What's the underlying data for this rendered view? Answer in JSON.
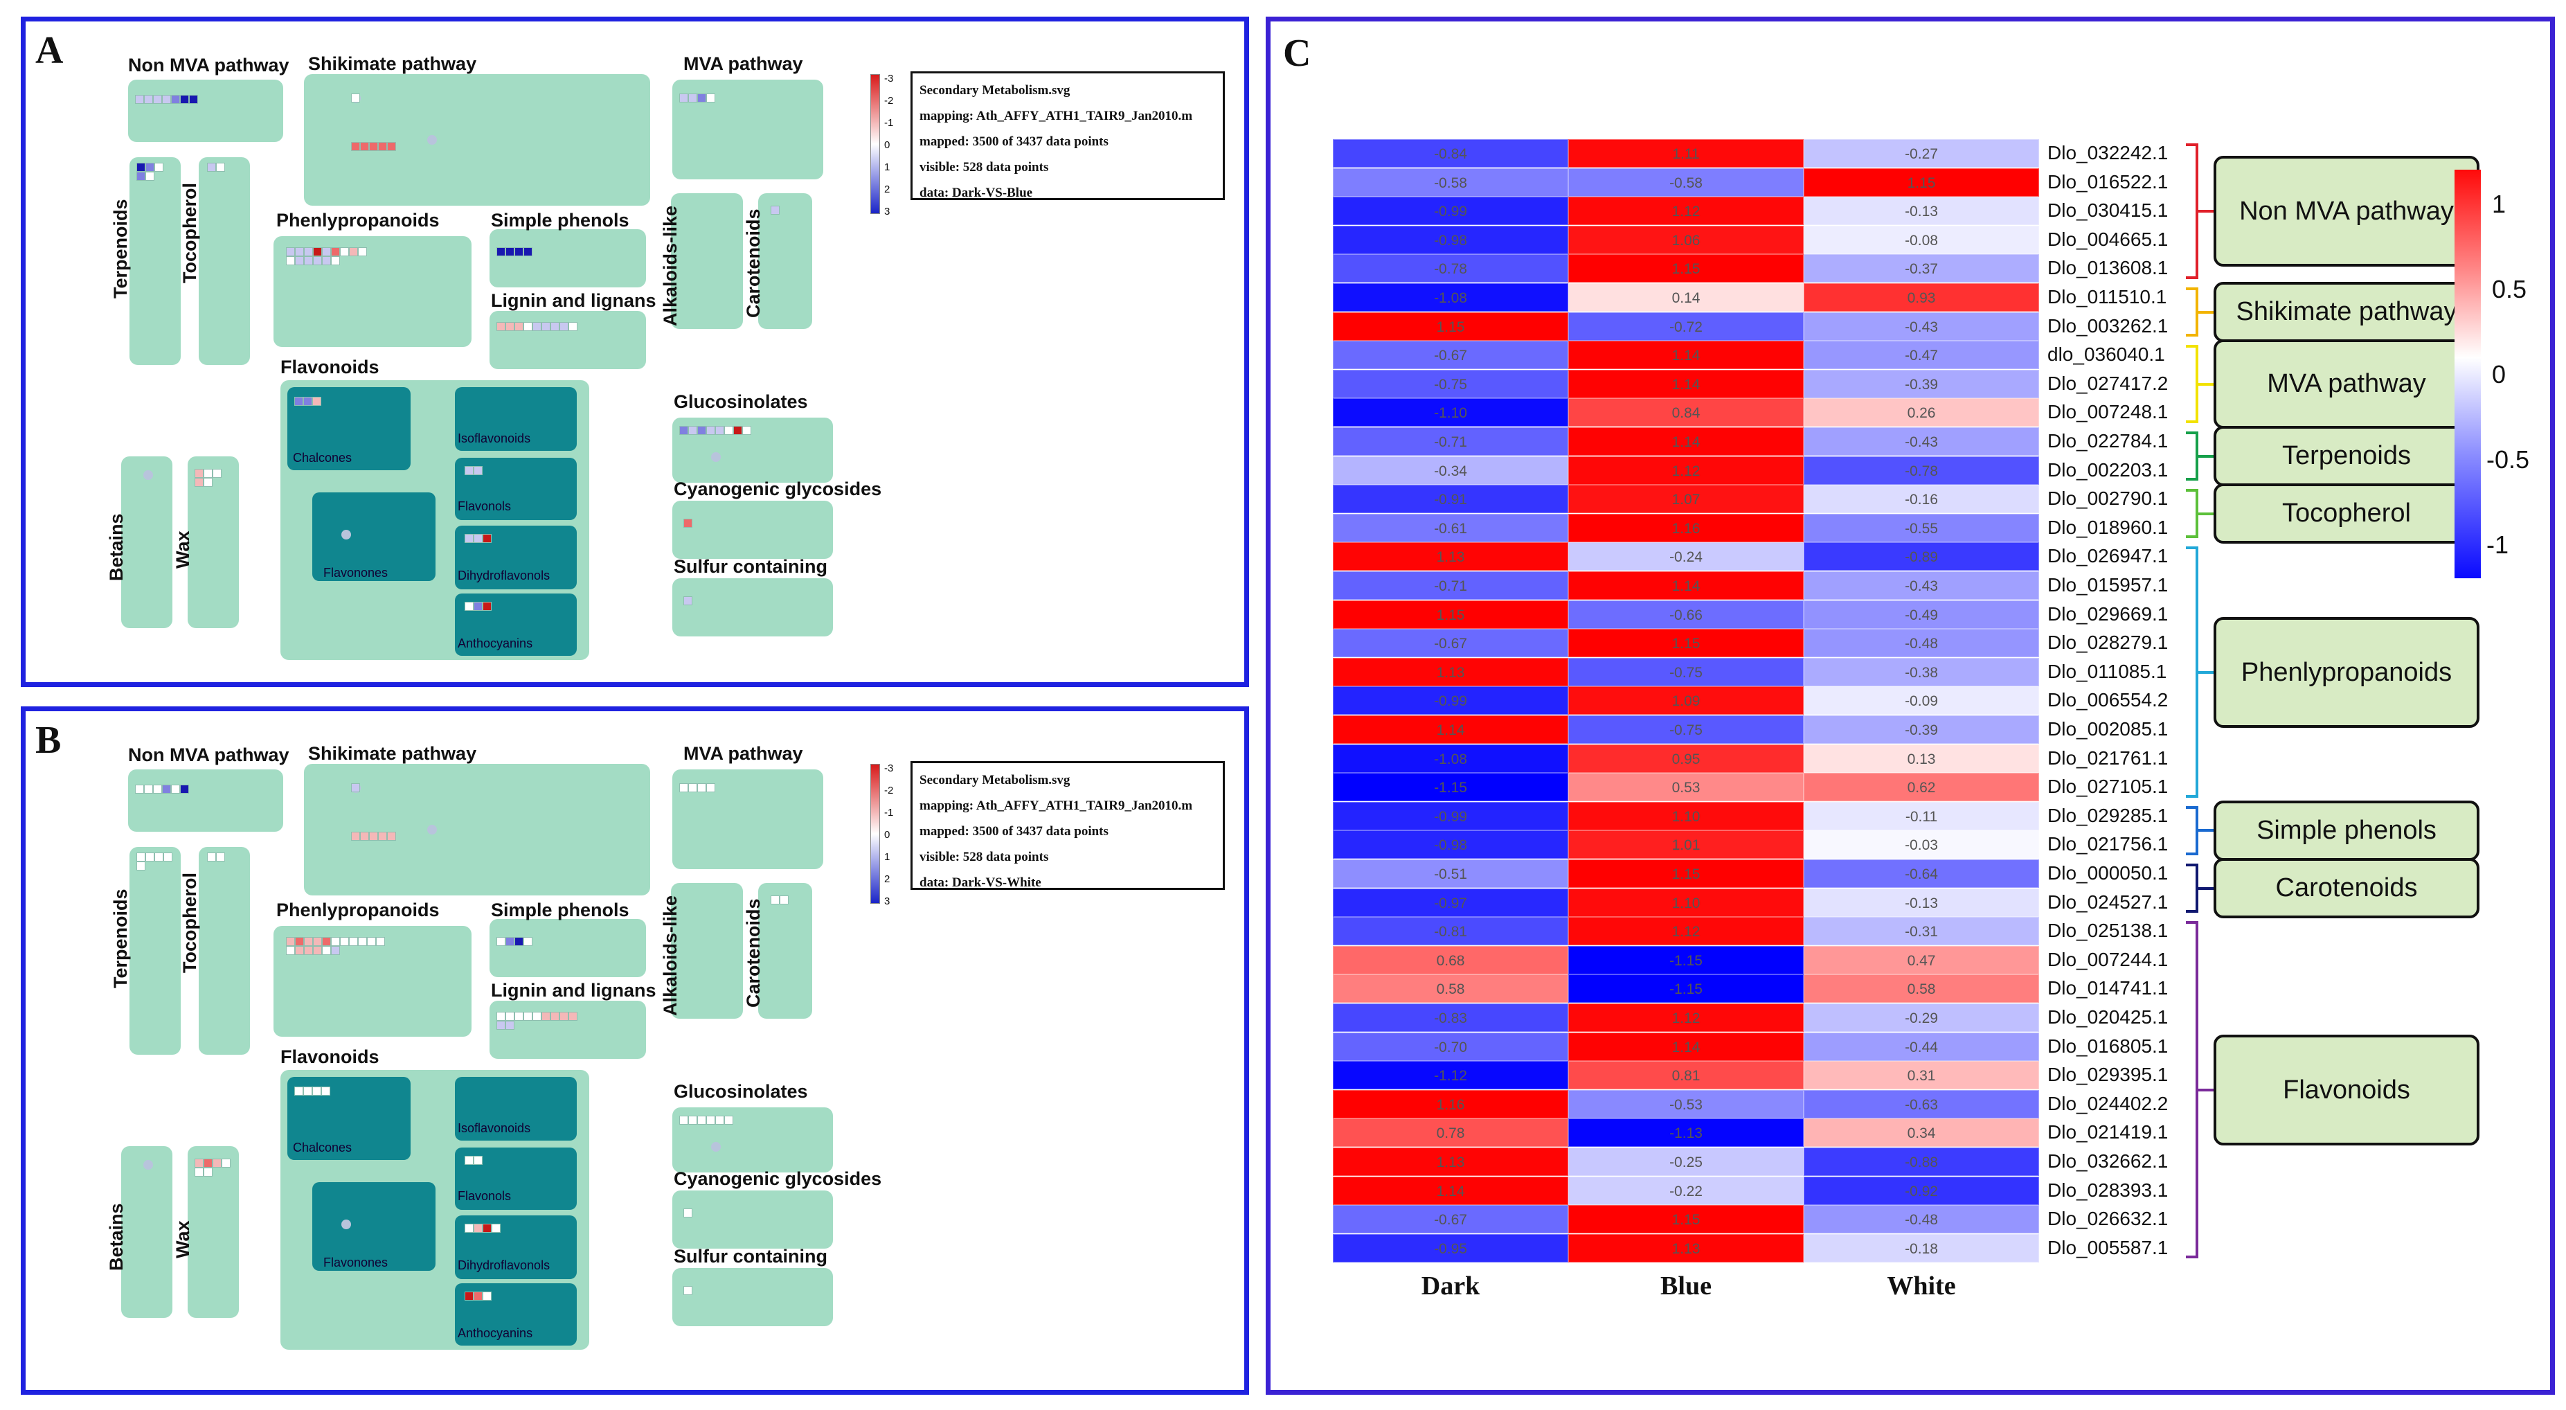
{
  "panels": {
    "A": {
      "label": "A",
      "info": {
        "title": "Secondary Metabolism.svg",
        "mapping": "mapping: Ath_AFFY_ATH1_TAIR9_Jan2010.m",
        "mapped": "mapped: 3500 of 3437 data points",
        "visible": "visible: 528 data points",
        "data": "data: Dark-VS-Blue"
      }
    },
    "B": {
      "label": "B",
      "info": {
        "title": "Secondary Metabolism.svg",
        "mapping": "mapping: Ath_AFFY_ATH1_TAIR9_Jan2010.m",
        "mapped": "mapped: 3500 of 3437 data points",
        "visible": "visible: 528 data points",
        "data": "data: Dark-VS-White"
      }
    },
    "C": {
      "label": "C"
    }
  },
  "map_labels": {
    "non_mva": "Non MVA pathway",
    "shikimate": "Shikimate pathway",
    "mva": "MVA pathway",
    "terpenoids": "Terpenoids",
    "tocopherol": "Tocopherol",
    "phenylpropanoids": "Phenlypropanoids",
    "simple_phenols": "Simple phenols",
    "lignin": "Lignin and lignans",
    "alkaloids": "Alkaloids-like",
    "carotenoids": "Carotenoids",
    "flavonoids": "Flavonoids",
    "chalcones": "Chalcones",
    "isoflavonoids": "Isoflavonoids",
    "flavonols": "Flavonols",
    "flavonones": "Flavonones",
    "dihydroflavonols": "Dihydroflavonols",
    "anthocyanins": "Anthocyanins",
    "glucosinolates": "Glucosinolates",
    "cyanogenic": "Cyanogenic glycosides",
    "sulfur": "Sulfur containing",
    "betains": "Betains",
    "wax": "Wax"
  },
  "mini_scale_ticks": [
    "-3",
    "-2",
    "-1",
    "0",
    "1",
    "2",
    "3"
  ],
  "chart_data": {
    "type": "heatmap",
    "columns": [
      "Dark",
      "Blue",
      "White"
    ],
    "rows": [
      {
        "gene": "Dlo_032242.1",
        "values": [
          -0.84,
          1.11,
          -0.27
        ]
      },
      {
        "gene": "Dlo_016522.1",
        "values": [
          -0.58,
          -0.58,
          1.15
        ]
      },
      {
        "gene": "Dlo_030415.1",
        "values": [
          -0.99,
          1.12,
          -0.13
        ]
      },
      {
        "gene": "Dlo_004665.1",
        "values": [
          -0.98,
          1.06,
          -0.08
        ]
      },
      {
        "gene": "Dlo_013608.1",
        "values": [
          -0.78,
          1.15,
          -0.37
        ]
      },
      {
        "gene": "Dlo_011510.1",
        "values": [
          -1.08,
          0.14,
          0.93
        ]
      },
      {
        "gene": "Dlo_003262.1",
        "values": [
          1.15,
          -0.72,
          -0.43
        ]
      },
      {
        "gene": "dlo_036040.1",
        "values": [
          -0.67,
          1.14,
          -0.47
        ]
      },
      {
        "gene": "Dlo_027417.2",
        "values": [
          -0.75,
          1.14,
          -0.39
        ]
      },
      {
        "gene": "Dlo_007248.1",
        "values": [
          -1.1,
          0.84,
          0.26
        ]
      },
      {
        "gene": "Dlo_022784.1",
        "values": [
          -0.71,
          1.14,
          -0.43
        ]
      },
      {
        "gene": "Dlo_002203.1",
        "values": [
          -0.34,
          1.12,
          -0.78
        ]
      },
      {
        "gene": "Dlo_002790.1",
        "values": [
          -0.91,
          1.07,
          -0.16
        ]
      },
      {
        "gene": "Dlo_018960.1",
        "values": [
          -0.61,
          1.16,
          -0.55
        ]
      },
      {
        "gene": "Dlo_026947.1",
        "values": [
          1.13,
          -0.24,
          -0.89
        ]
      },
      {
        "gene": "Dlo_015957.1",
        "values": [
          -0.71,
          1.14,
          -0.43
        ]
      },
      {
        "gene": "Dlo_029669.1",
        "values": [
          1.15,
          -0.66,
          -0.49
        ]
      },
      {
        "gene": "Dlo_028279.1",
        "values": [
          -0.67,
          1.15,
          -0.48
        ]
      },
      {
        "gene": "Dlo_011085.1",
        "values": [
          1.13,
          -0.75,
          -0.38
        ]
      },
      {
        "gene": "Dlo_006554.2",
        "values": [
          -0.99,
          1.09,
          -0.09
        ]
      },
      {
        "gene": "Dlo_002085.1",
        "values": [
          1.14,
          -0.75,
          -0.39
        ]
      },
      {
        "gene": "Dlo_021761.1",
        "values": [
          -1.08,
          0.95,
          0.13
        ]
      },
      {
        "gene": "Dlo_027105.1",
        "values": [
          -1.15,
          0.53,
          0.62
        ]
      },
      {
        "gene": "Dlo_029285.1",
        "values": [
          -0.99,
          1.1,
          -0.11
        ]
      },
      {
        "gene": "Dlo_021756.1",
        "values": [
          -0.98,
          1.01,
          -0.03
        ]
      },
      {
        "gene": "Dlo_000050.1",
        "values": [
          -0.51,
          1.15,
          -0.64
        ]
      },
      {
        "gene": "Dlo_024527.1",
        "values": [
          -0.97,
          1.1,
          -0.13
        ]
      },
      {
        "gene": "Dlo_025138.1",
        "values": [
          -0.81,
          1.12,
          -0.31
        ]
      },
      {
        "gene": "Dlo_007244.1",
        "values": [
          0.68,
          -1.15,
          0.47
        ]
      },
      {
        "gene": "Dlo_014741.1",
        "values": [
          0.58,
          -1.15,
          0.58
        ]
      },
      {
        "gene": "Dlo_020425.1",
        "values": [
          -0.83,
          1.12,
          -0.29
        ]
      },
      {
        "gene": "Dlo_016805.1",
        "values": [
          -0.7,
          1.14,
          -0.44
        ]
      },
      {
        "gene": "Dlo_029395.1",
        "values": [
          -1.12,
          0.81,
          0.31
        ]
      },
      {
        "gene": "Dlo_024402.2",
        "values": [
          1.16,
          -0.53,
          -0.63
        ]
      },
      {
        "gene": "Dlo_021419.1",
        "values": [
          0.78,
          -1.13,
          0.34
        ]
      },
      {
        "gene": "Dlo_032662.1",
        "values": [
          1.13,
          -0.25,
          -0.88
        ]
      },
      {
        "gene": "Dlo_028393.1",
        "values": [
          1.14,
          -0.22,
          -0.92
        ]
      },
      {
        "gene": "Dlo_026632.1",
        "values": [
          -0.67,
          1.15,
          -0.48
        ]
      },
      {
        "gene": "Dlo_005587.1",
        "values": [
          -0.95,
          1.13,
          -0.18
        ]
      }
    ],
    "groups": [
      {
        "name": "Non MVA  pathway",
        "start": 0,
        "end": 4,
        "color": "#e0202a"
      },
      {
        "name": "Shikimate pathway",
        "start": 5,
        "end": 6,
        "color": "#f2b400"
      },
      {
        "name": "MVA  pathway",
        "start": 7,
        "end": 9,
        "color": "#f2e200"
      },
      {
        "name": "Terpenoids",
        "start": 10,
        "end": 11,
        "color": "#16a04a"
      },
      {
        "name": "Tocopherol",
        "start": 12,
        "end": 13,
        "color": "#5cc03a"
      },
      {
        "name": "Phenlypropanoids",
        "start": 14,
        "end": 22,
        "color": "#22a8d8"
      },
      {
        "name": "Simple phenols",
        "start": 23,
        "end": 24,
        "color": "#1a6ad0"
      },
      {
        "name": "Carotenoids",
        "start": 25,
        "end": 26,
        "color": "#101870"
      },
      {
        "name": "Flavonoids",
        "start": 27,
        "end": 38,
        "color": "#7a2a9a"
      }
    ],
    "colorbar": {
      "range": [
        -1.2,
        1.2
      ],
      "ticks": [
        "1",
        "0.5",
        "0",
        "-0.5",
        "-1"
      ]
    }
  }
}
